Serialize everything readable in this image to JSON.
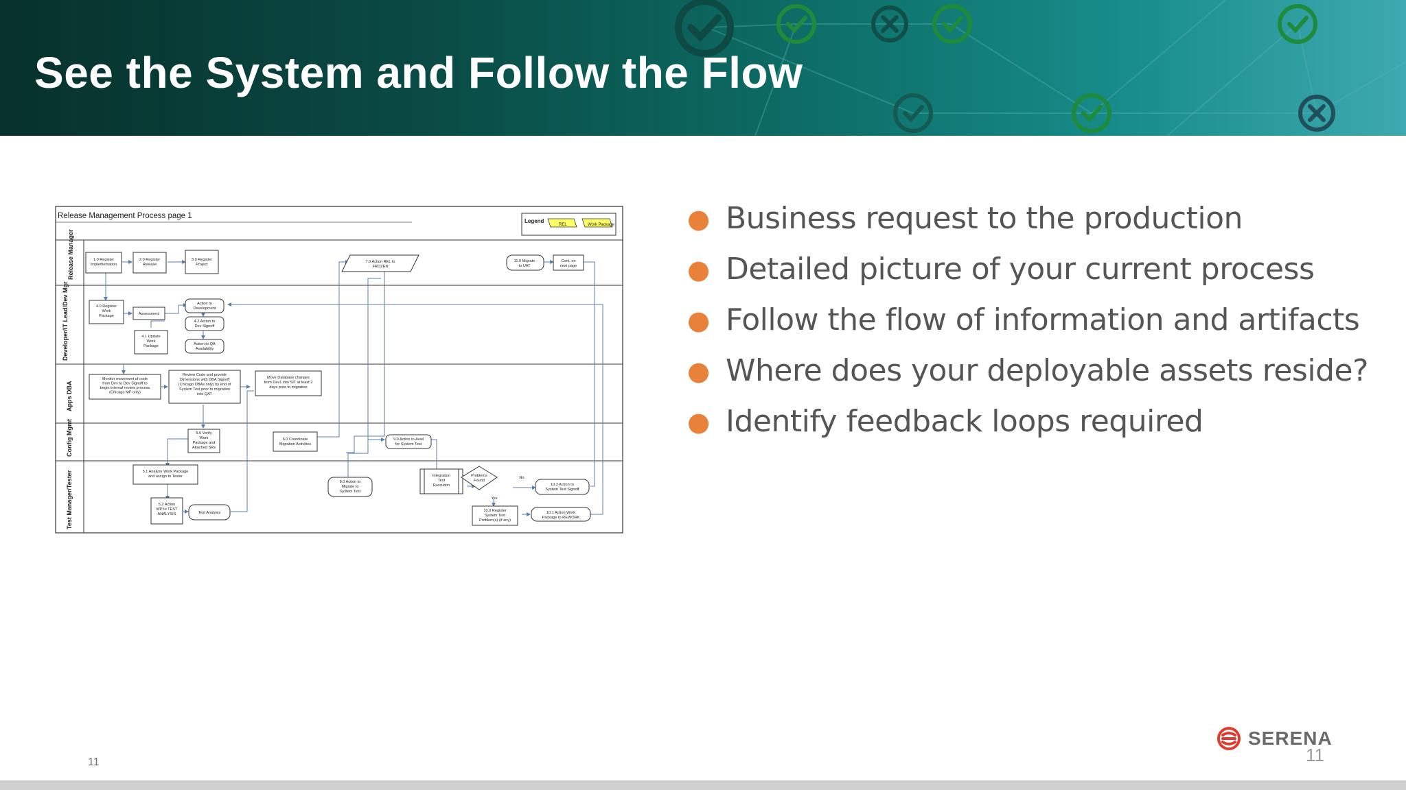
{
  "slide": {
    "title": "See the System and Follow the Flow",
    "page_number_left": "11",
    "page_number_right": "11",
    "logo_text": "SERENA"
  },
  "bullets": [
    "Business request to the production",
    "Detailed picture of your current process",
    "Follow the flow of information and artifacts",
    "Where does your deployable assets reside?",
    "Identify feedback loops required"
  ],
  "colors": {
    "accent": "#e8823a",
    "header_dark": "#07312c",
    "header_light": "#3ea9b0",
    "icon_green": "#1e8a3c"
  },
  "diagram": {
    "title": "Release Management Process page 1",
    "legend": {
      "label": "Legend",
      "items": [
        "REL",
        "Work Package"
      ]
    },
    "lanes": [
      "Release Manager",
      "Developer/IT Lead/Dev Mgr",
      "Apps DBA",
      "Config Mgmt",
      "Test Manager/Tester"
    ],
    "steps": {
      "s1_0": [
        "1.0 Register",
        "Implementation"
      ],
      "s2_0": [
        "2.0 Register",
        "Release"
      ],
      "s3_0": [
        "3.0 Register",
        "Project"
      ],
      "s7_0": [
        "7.0 Action REL to",
        "FROZEN"
      ],
      "s11_0": [
        "11.0 Migrate",
        "to UAT"
      ],
      "cont": [
        "Cont. on",
        "next page"
      ],
      "s4_0": [
        "4.0 Register",
        "Work",
        "Package"
      ],
      "assess": [
        "Assessment"
      ],
      "dev": [
        "Action to",
        "Development"
      ],
      "s4_2": [
        "4.2 Action to",
        "Dev Signoff"
      ],
      "s4_1": [
        "4.1 Update",
        "Work",
        "Package"
      ],
      "qa": [
        "Action to QA",
        "Availability"
      ],
      "monitor": [
        "Monitor movement of code",
        "from Dev to Dev Signoff to",
        "begin internal review process",
        "(Chicago MF only)"
      ],
      "review": [
        "Review Code and provide",
        "Dimensions with DBA Signoff",
        "(Chicago DBAs only) by end of",
        "System Test prior to migration",
        "into QAT"
      ],
      "movedb": [
        "Move Database changes",
        "from Dev1 into SIT at least 2",
        "days prior to migration"
      ],
      "s5_0": [
        "5.0 Verify",
        "Work",
        "Package and",
        "Attached SRs"
      ],
      "s6_0": [
        "6.0 Coordinate",
        "Migration Activities"
      ],
      "s9_0": [
        "9.0 Action to Avail",
        "for System Test"
      ],
      "s5_1": [
        "5.1 Analyze Work Package",
        "and assign to Tester"
      ],
      "s8_0": [
        "8.0 Action to",
        "Migrate to",
        "System Test"
      ],
      "integ": [
        "Integration",
        "Test",
        "Execution"
      ],
      "problems": [
        "Problems",
        "Found"
      ],
      "s10_2": [
        "10.2 Action to",
        "System Test Signoff"
      ],
      "s5_2": [
        "5.2 Action",
        "WP to TEST",
        "ANALYSIS"
      ],
      "testan": [
        "Test Analysis"
      ],
      "s10_0": [
        "10.0 Register",
        "System Test",
        "Problem(s) (if any)"
      ],
      "s10_1": [
        "10.1 Action Work",
        "Package to REWORK"
      ]
    },
    "labels": {
      "no": "No",
      "yes": "Yes"
    }
  }
}
